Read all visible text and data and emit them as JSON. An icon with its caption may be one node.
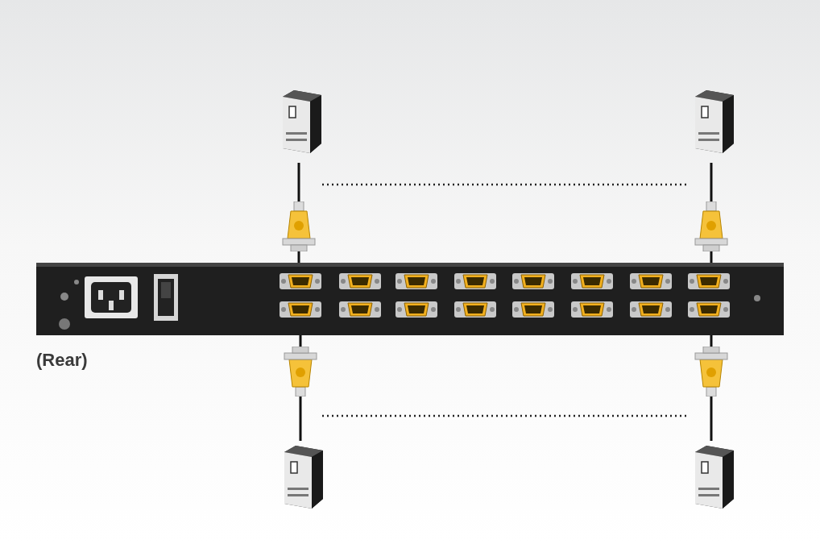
{
  "diagram": {
    "nodes": [
      {
        "text": [],
        "shape": "picture"
      },
      {
        "text": [],
        "shape": "picture"
      },
      {
        "text": [],
        "shape": "picture",
        "beside": [
          "(Rear)"
        ]
      },
      {
        "text": [],
        "shape": "picture"
      },
      {
        "text": [],
        "shape": "picture"
      }
    ],
    "edges": [
      {
        "from": 0,
        "to": 2,
        "arrow": "none"
      },
      {
        "from": 1,
        "to": 2,
        "arrow": "none"
      },
      {
        "from": 3,
        "to": 2,
        "arrow": "none"
      },
      {
        "from": 4,
        "to": 2,
        "arrow": "none"
      }
    ]
  }
}
